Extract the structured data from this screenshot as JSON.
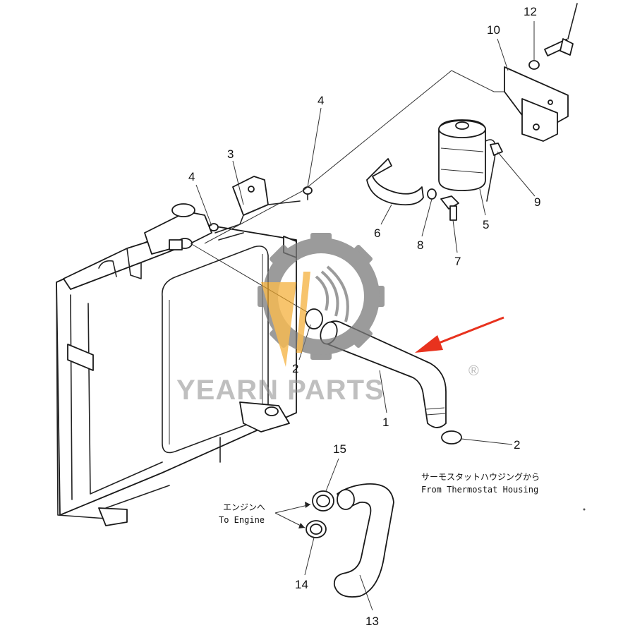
{
  "callouts": {
    "c1": "1",
    "c2a": "2",
    "c2b": "2",
    "c3": "3",
    "c4a": "4",
    "c4b": "4",
    "c5": "5",
    "c6": "6",
    "c7": "7",
    "c8": "8",
    "c9": "9",
    "c10": "10",
    "c12": "12",
    "c13": "13",
    "c14": "14",
    "c15": "15"
  },
  "notes": {
    "from_thermostat_jp": "サーモスタットハウジングから",
    "from_thermostat_en": "From Thermostat Housing",
    "to_engine_jp": "エンジンへ",
    "to_engine_en": "To Engine"
  },
  "watermark": {
    "brand": "YEARN PARTS",
    "registered": "®"
  },
  "colors": {
    "line": "#222222",
    "arrow": "#e8321e",
    "watermark_gray": "#8a8a8a",
    "logo_orange": "#f2a31b"
  },
  "icons": {
    "logo": "gear-logo-icon",
    "pointer": "red-arrow-icon"
  }
}
